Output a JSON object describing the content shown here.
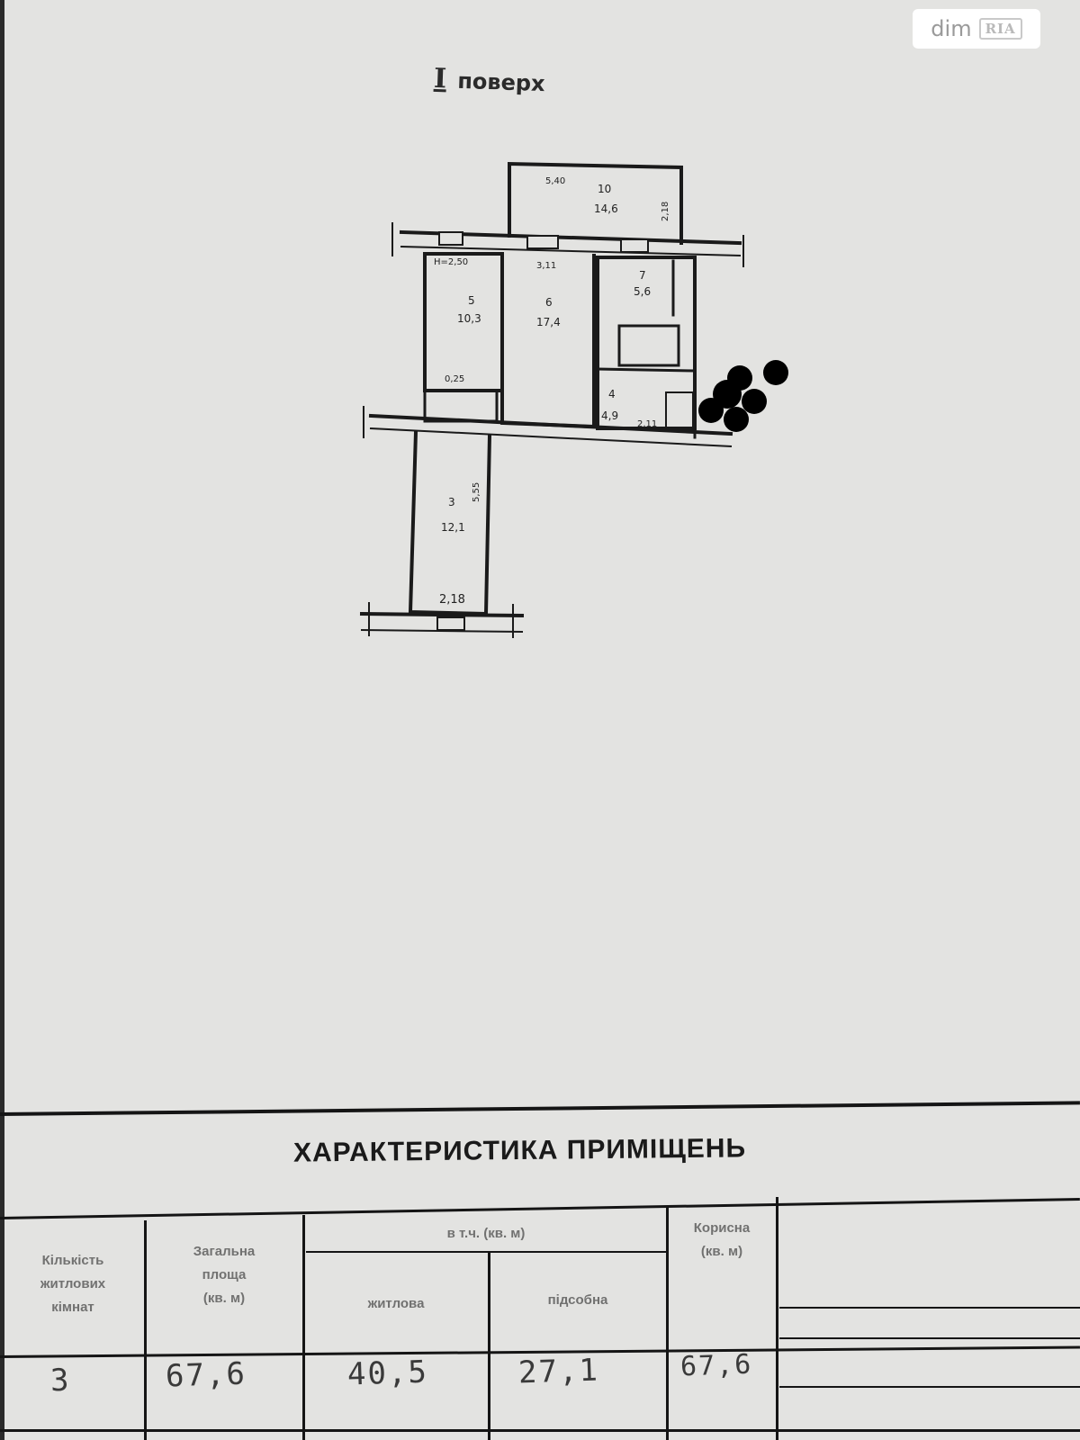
{
  "watermark": {
    "text": "dim",
    "logo": "RIA"
  },
  "floor": {
    "numeral": "I",
    "label": "поверх"
  },
  "plan": {
    "rooms": [
      {
        "number": "10",
        "area": "14,6"
      },
      {
        "number": "5",
        "area": "10,3"
      },
      {
        "number": "6",
        "area": "17,4"
      },
      {
        "number": "7",
        "area": "5,6"
      },
      {
        "number": "4",
        "area": "4,9"
      },
      {
        "number": "3",
        "area": "12,1"
      }
    ],
    "dimensions": {
      "top_width": "5,40",
      "top_right": "2,18",
      "height_label": "H=2,50",
      "room6_width": "3,11",
      "room5_bottom": "0,25",
      "room4_width": "2,11",
      "room3_side": "5,55",
      "room3_bottom": "2,18"
    }
  },
  "table": {
    "title": "ХАРАКТЕРИСТИКА ПРИМІЩЕНЬ",
    "headers": {
      "rooms_count": [
        "Кількість",
        "житлових",
        "кімнат"
      ],
      "total_area": [
        "Загальна",
        "площа",
        "(кв. м)"
      ],
      "group": "в т.ч. (кв. м)",
      "living": "житлова",
      "auxiliary": "підсобна",
      "useful": [
        "Корисна",
        "(кв. м)"
      ]
    },
    "values": {
      "rooms_count": "3",
      "total_area": "67,6",
      "living": "40,5",
      "auxiliary": "27,1",
      "useful": "67,6"
    }
  }
}
